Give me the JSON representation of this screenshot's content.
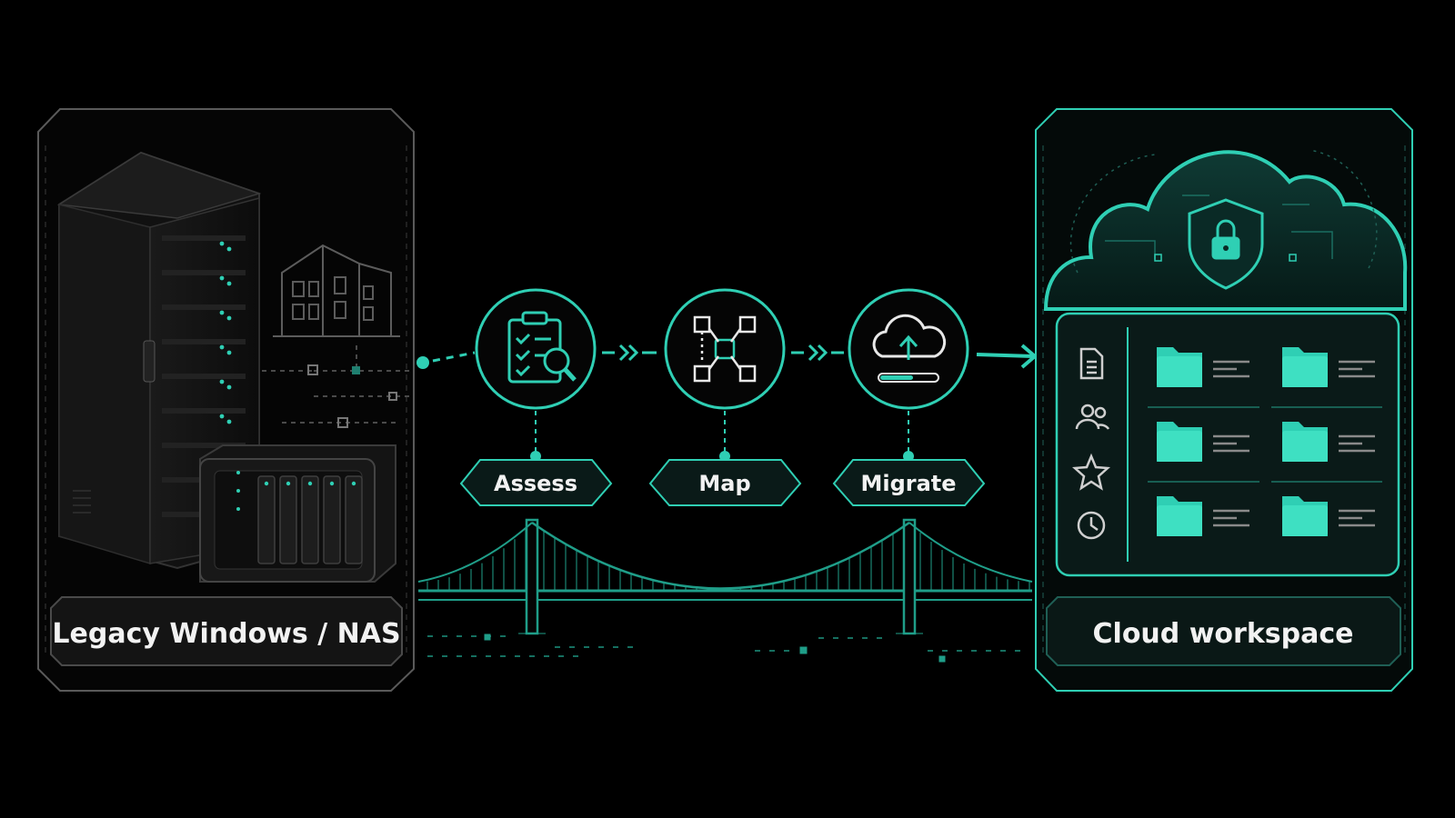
{
  "colors": {
    "accent": "#2fcfb4",
    "accent_dim": "#1f7f70",
    "frame_grey": "#6a6a6a",
    "panel_dark": "#0b0b0b"
  },
  "source": {
    "label": "Legacy Windows / NAS",
    "icons": [
      "server-rack-icon",
      "nas-device-icon",
      "office-building-icon"
    ]
  },
  "steps": [
    {
      "label": "Assess",
      "icon": "clipboard-search-icon"
    },
    {
      "label": "Map",
      "icon": "node-map-icon"
    },
    {
      "label": "Migrate",
      "icon": "cloud-upload-icon"
    }
  ],
  "destination": {
    "label": "Cloud workspace",
    "icons": [
      "cloud-icon",
      "shield-lock-icon",
      "document-icon",
      "users-icon",
      "star-icon",
      "clock-icon",
      "folder-icon"
    ]
  }
}
